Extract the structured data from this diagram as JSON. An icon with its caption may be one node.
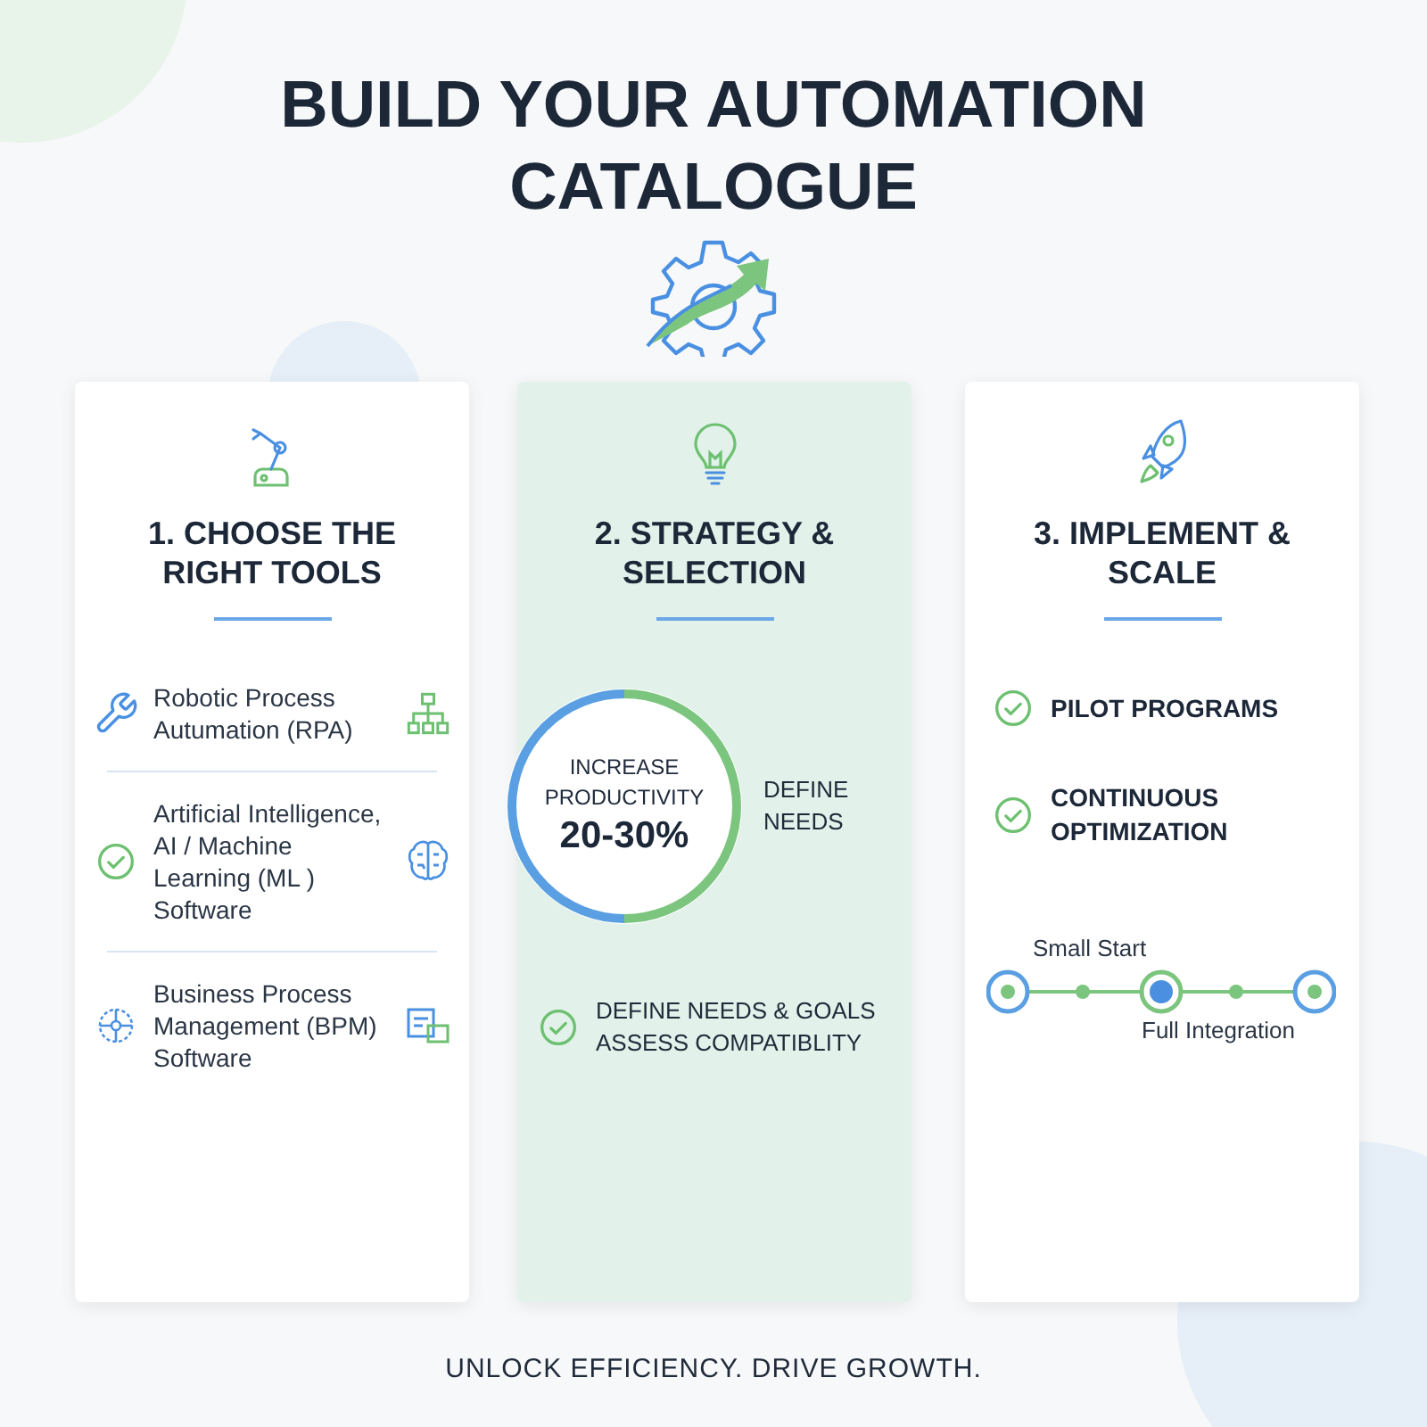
{
  "diagram": {
    "title": "BUILD YOUR AUTOMATION CATALOGUE",
    "caption": "UNLOCK EFFICIENCY. DRIVE GROWTH.",
    "nodes": [
      {
        "text": [
          "1. CHOOSE THE RIGHT TOOLS",
          "Robotic Process Autumation (RPA)",
          "Artificial Intelligence, AI / Machine Learning (ML ) Software",
          "Business Process Management (BPM) Software"
        ]
      },
      {
        "text": [
          "2. STRATEGY & SELECTION",
          "DEFINE NEEDS & GOALS ASSESS COMPATIBLITY"
        ]
      },
      {
        "text": [
          "INCREASE PRODUCTIVITY",
          "20-30%"
        ],
        "in": 1,
        "beside": [
          "DEFINE NEEDS"
        ]
      },
      {
        "text": [
          "3. IMPLEMENT & SCALE",
          "PILOT PROGRAMS",
          "CONTINUOUS OPTIMIZATION"
        ]
      }
    ],
    "labels": [
      "Small Start",
      "Full Integration"
    ]
  }
}
